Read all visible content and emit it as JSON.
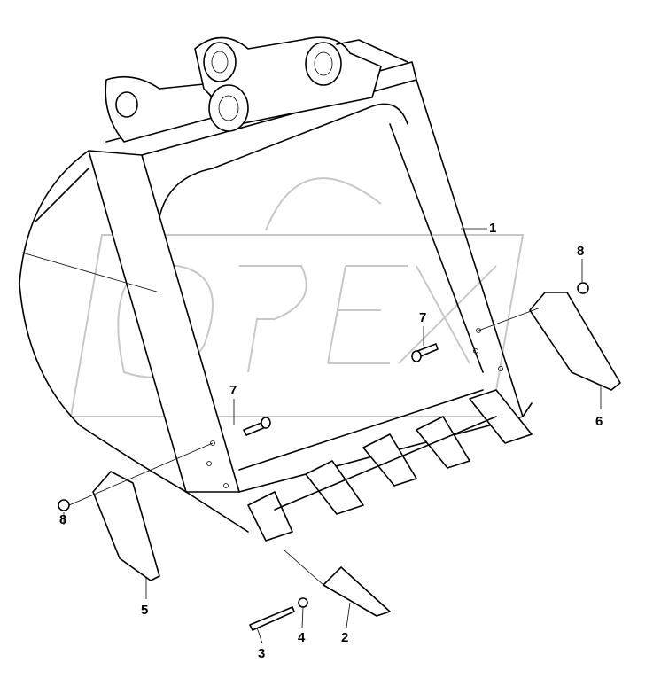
{
  "diagram": {
    "type": "exploded-parts-drawing",
    "watermark": "OPEX",
    "callouts": [
      {
        "id": "1",
        "label": "1"
      },
      {
        "id": "2",
        "label": "2"
      },
      {
        "id": "3",
        "label": "3"
      },
      {
        "id": "4",
        "label": "4"
      },
      {
        "id": "5",
        "label": "5"
      },
      {
        "id": "6",
        "label": "6"
      },
      {
        "id": "7a",
        "label": "7"
      },
      {
        "id": "7b",
        "label": "7"
      },
      {
        "id": "8a",
        "label": "8"
      },
      {
        "id": "8b",
        "label": "8"
      }
    ]
  }
}
